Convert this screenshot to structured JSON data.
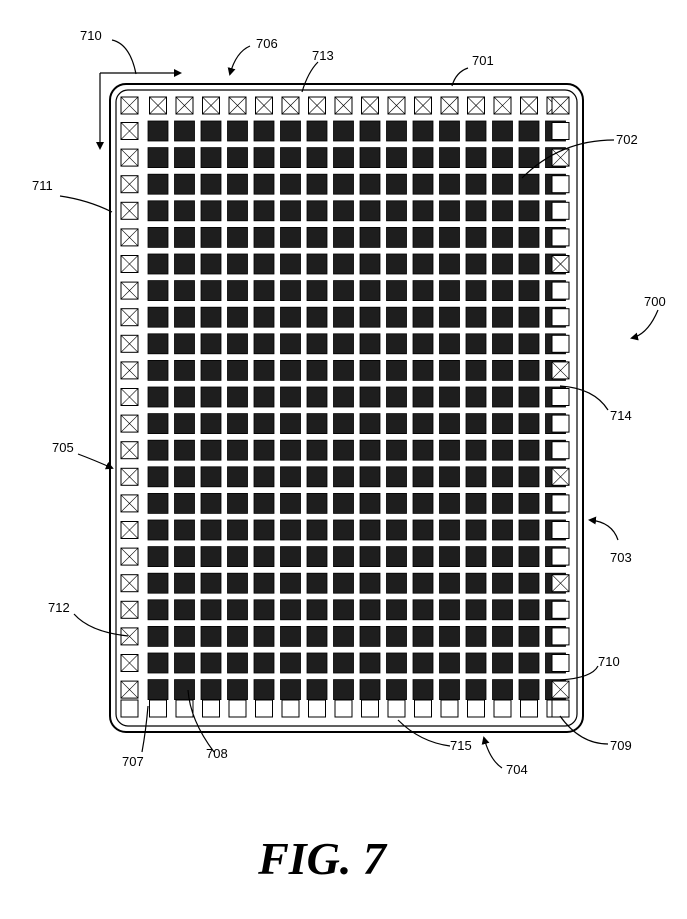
{
  "figure": {
    "caption": "FIG. 7",
    "references": {
      "r700": "700",
      "r701": "701",
      "r702": "702",
      "r703": "703",
      "r704": "704",
      "r705": "705",
      "r706": "706",
      "r707": "707",
      "r708": "708",
      "r709": "709",
      "r710a": "710",
      "r710b": "710",
      "r711": "711",
      "r712": "712",
      "r713": "713",
      "r714": "714",
      "r715": "715"
    }
  },
  "grid": {
    "inner_columns": 16,
    "inner_rows": 22,
    "top_edge_cells": 16,
    "bottom_edge_cells": 16,
    "left_edge_cells": 22,
    "right_edge_cells": 22
  },
  "colors": {
    "ink": "#000000",
    "cell_fill": "#1e1e1e",
    "paper": "#ffffff"
  }
}
